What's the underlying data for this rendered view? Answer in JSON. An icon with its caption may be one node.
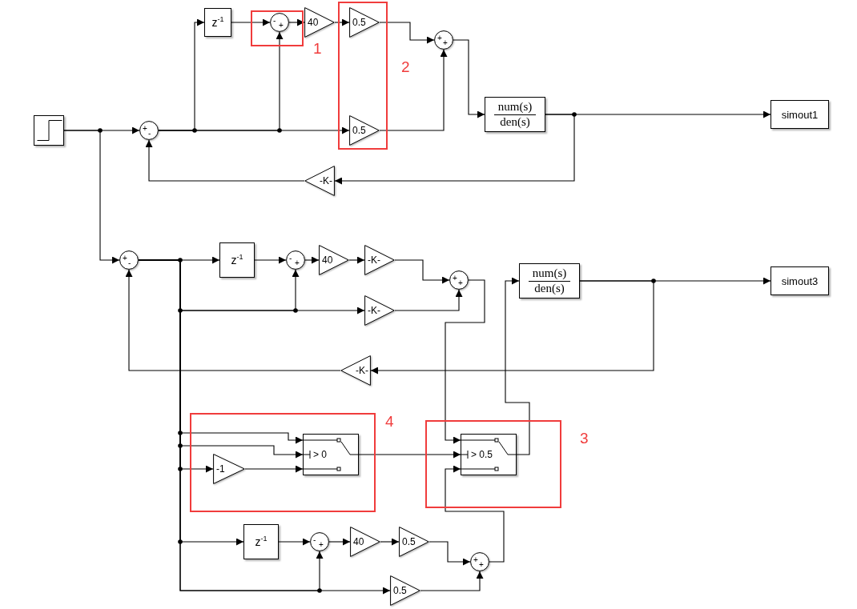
{
  "diagram": {
    "nodes": [
      {
        "text": [],
        "shape": "box"
      },
      {
        "text": [
          "+",
          "-"
        ]
      },
      {
        "text": [
          "z$^{-1}$"
        ]
      },
      {
        "text": [
          "1"
        ]
      },
      {
        "text": [
          "-",
          "+"
        ],
        "in": 3
      },
      {
        "text": [
          "40"
        ]
      },
      {
        "text": [
          "2"
        ]
      },
      {
        "text": [
          "0.5"
        ],
        "in": 6
      },
      {
        "text": [
          "0.5"
        ],
        "in": 6
      },
      {
        "text": [
          "+",
          "+"
        ]
      },
      {
        "text": [
          "num(s)",
          "den(s)"
        ]
      },
      {
        "text": [
          "simout1"
        ]
      },
      {
        "text": [
          "-K-"
        ]
      },
      {
        "text": [
          "+",
          "-"
        ]
      },
      {
        "text": [
          "z$^{-1}$"
        ]
      },
      {
        "text": [
          "-",
          "+"
        ]
      },
      {
        "text": [
          "40"
        ]
      },
      {
        "text": [
          "-K-"
        ]
      },
      {
        "text": [
          "-K-"
        ]
      },
      {
        "text": [
          "+",
          "+"
        ]
      },
      {
        "text": [
          "num(s)",
          "den(s)"
        ]
      },
      {
        "text": [
          "simout3"
        ]
      },
      {
        "text": [
          "-K-"
        ]
      },
      {
        "text": [
          "4"
        ]
      },
      {
        "text": [
          "-1"
        ],
        "in": 23
      },
      {
        "text": [
          "> 0"
        ],
        "in": 23
      },
      {
        "text": [
          "3"
        ]
      },
      {
        "text": [
          "> 0.5"
        ],
        "in": 26
      },
      {
        "text": [
          "z$^{-1}$"
        ]
      },
      {
        "text": [
          "-",
          "+"
        ]
      },
      {
        "text": [
          "40"
        ]
      },
      {
        "text": [
          "0.5"
        ]
      },
      {
        "text": [
          "+",
          "+"
        ]
      },
      {
        "text": [
          "0.5"
        ]
      }
    ],
    "edges": [
      {
        "from": 0,
        "to": 1,
        "arrow": "to"
      },
      {
        "from": 0,
        "to": 13,
        "arrow": "to"
      },
      {
        "from": 1,
        "to": 2,
        "arrow": "to"
      },
      {
        "from": 1,
        "to": 4,
        "arrow": "to"
      },
      {
        "from": 1,
        "to": 8,
        "arrow": "to"
      },
      {
        "from": 2,
        "to": 4,
        "arrow": "to"
      },
      {
        "from": 4,
        "to": 5,
        "arrow": "to"
      },
      {
        "from": 5,
        "to": 7,
        "arrow": "to"
      },
      {
        "from": 7,
        "to": 9,
        "arrow": "to"
      },
      {
        "from": 8,
        "to": 9,
        "arrow": "to"
      },
      {
        "from": 9,
        "to": 10,
        "arrow": "to"
      },
      {
        "from": 10,
        "to": 11,
        "arrow": "to"
      },
      {
        "from": 10,
        "to": 12,
        "arrow": "to"
      },
      {
        "from": 12,
        "to": 1,
        "arrow": "to"
      },
      {
        "from": 13,
        "to": 14,
        "arrow": "to"
      },
      {
        "from": 13,
        "to": 15,
        "arrow": "to"
      },
      {
        "from": 13,
        "to": 18,
        "arrow": "to"
      },
      {
        "from": 13,
        "to": 25,
        "arrow": "to"
      },
      {
        "from": 13,
        "to": 25,
        "arrow": "to"
      },
      {
        "from": 13,
        "to": 24,
        "arrow": "to"
      },
      {
        "from": 13,
        "to": 28,
        "arrow": "to"
      },
      {
        "from": 13,
        "to": 29,
        "arrow": "to"
      },
      {
        "from": 13,
        "to": 33,
        "arrow": "to"
      },
      {
        "from": 14,
        "to": 15,
        "arrow": "to"
      },
      {
        "from": 15,
        "to": 16,
        "arrow": "to"
      },
      {
        "from": 16,
        "to": 17,
        "arrow": "to"
      },
      {
        "from": 17,
        "to": 19,
        "arrow": "to"
      },
      {
        "from": 18,
        "to": 19,
        "arrow": "to"
      },
      {
        "from": 19,
        "to": 27,
        "arrow": "to"
      },
      {
        "from": 27,
        "to": 20,
        "arrow": "to"
      },
      {
        "from": 20,
        "to": 21,
        "arrow": "to"
      },
      {
        "from": 20,
        "to": 22,
        "arrow": "to"
      },
      {
        "from": 22,
        "to": 13,
        "arrow": "to"
      },
      {
        "from": 24,
        "to": 25,
        "arrow": "to"
      },
      {
        "from": 25,
        "to": 27,
        "arrow": "to"
      },
      {
        "from": 28,
        "to": 29,
        "arrow": "to"
      },
      {
        "from": 29,
        "to": 30,
        "arrow": "to"
      },
      {
        "from": 30,
        "to": 31,
        "arrow": "to"
      },
      {
        "from": 31,
        "to": 32,
        "arrow": "to"
      },
      {
        "from": 33,
        "to": 32,
        "arrow": "to"
      },
      {
        "from": 32,
        "to": 27,
        "arrow": "to"
      }
    ]
  }
}
